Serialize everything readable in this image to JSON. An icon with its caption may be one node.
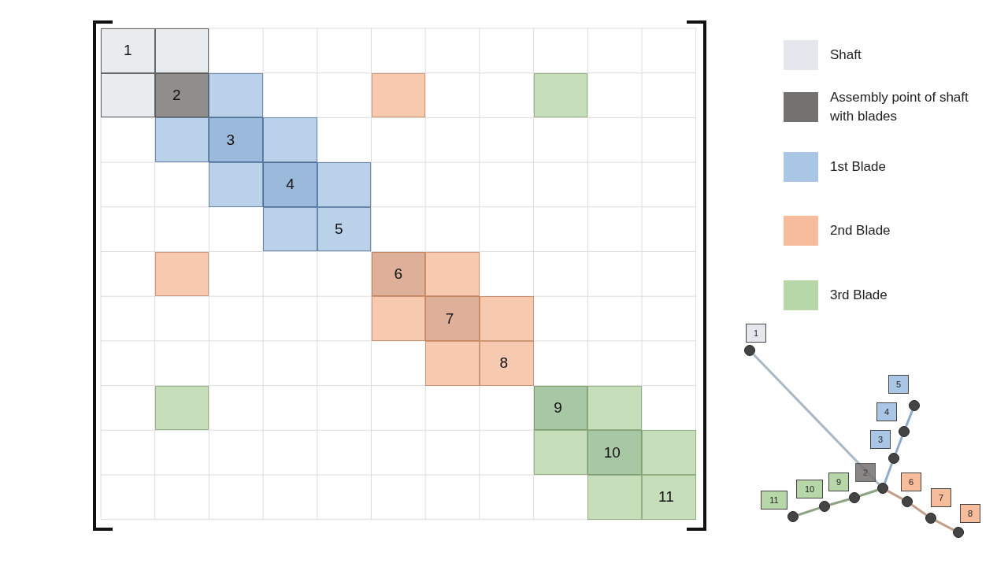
{
  "diagram": {
    "nodes": [
      {
        "text": [],
        "shape": "circle",
        "beside": [
          "1"
        ]
      },
      {
        "text": [],
        "shape": "circle",
        "beside": [
          "2"
        ]
      },
      {
        "text": [],
        "shape": "circle",
        "beside": [
          "3"
        ]
      },
      {
        "text": [],
        "shape": "circle",
        "beside": [
          "4"
        ]
      },
      {
        "text": [],
        "shape": "circle",
        "beside": [
          "5"
        ]
      },
      {
        "text": [],
        "shape": "circle",
        "beside": [
          "6"
        ]
      },
      {
        "text": [],
        "shape": "circle",
        "beside": [
          "7"
        ]
      },
      {
        "text": [],
        "shape": "circle",
        "beside": [
          "8"
        ]
      },
      {
        "text": [],
        "shape": "circle",
        "beside": [
          "9"
        ]
      },
      {
        "text": [],
        "shape": "circle",
        "beside": [
          "10"
        ]
      },
      {
        "text": [],
        "shape": "circle",
        "beside": [
          "11"
        ]
      }
    ],
    "edges": [
      {
        "from": 0,
        "to": 1,
        "arrow": "none",
        "color": "#aab8c6"
      },
      {
        "from": 1,
        "to": 2,
        "arrow": "none",
        "color": "#8eaacb"
      },
      {
        "from": 2,
        "to": 3,
        "arrow": "none",
        "color": "#8eaacb"
      },
      {
        "from": 3,
        "to": 4,
        "arrow": "none",
        "color": "#8eaacb"
      },
      {
        "from": 1,
        "to": 5,
        "arrow": "none",
        "color": "#c4a08a"
      },
      {
        "from": 5,
        "to": 6,
        "arrow": "none",
        "color": "#c4a08a"
      },
      {
        "from": 6,
        "to": 7,
        "arrow": "none",
        "color": "#c4a08a"
      },
      {
        "from": 1,
        "to": 8,
        "arrow": "none",
        "color": "#8fa383"
      },
      {
        "from": 8,
        "to": 9,
        "arrow": "none",
        "color": "#8fa383"
      },
      {
        "from": 9,
        "to": 10,
        "arrow": "none",
        "color": "#8fa383"
      }
    ],
    "labels": [
      "1",
      "2",
      "3",
      "4",
      "5",
      "6",
      "7",
      "8",
      "9",
      "10",
      "11"
    ],
    "legend": [
      {
        "text": "Shaft",
        "color": "#e4e8ec"
      },
      {
        "text": "Assembly point of shaft with blades",
        "color": "#757171"
      },
      {
        "text": "1st Blade",
        "color": "#a9c6e6"
      },
      {
        "text": "2nd Blade",
        "color": "#f6bc9c"
      },
      {
        "text": "3rd Blade",
        "color": "#b8d7a9"
      }
    ]
  }
}
